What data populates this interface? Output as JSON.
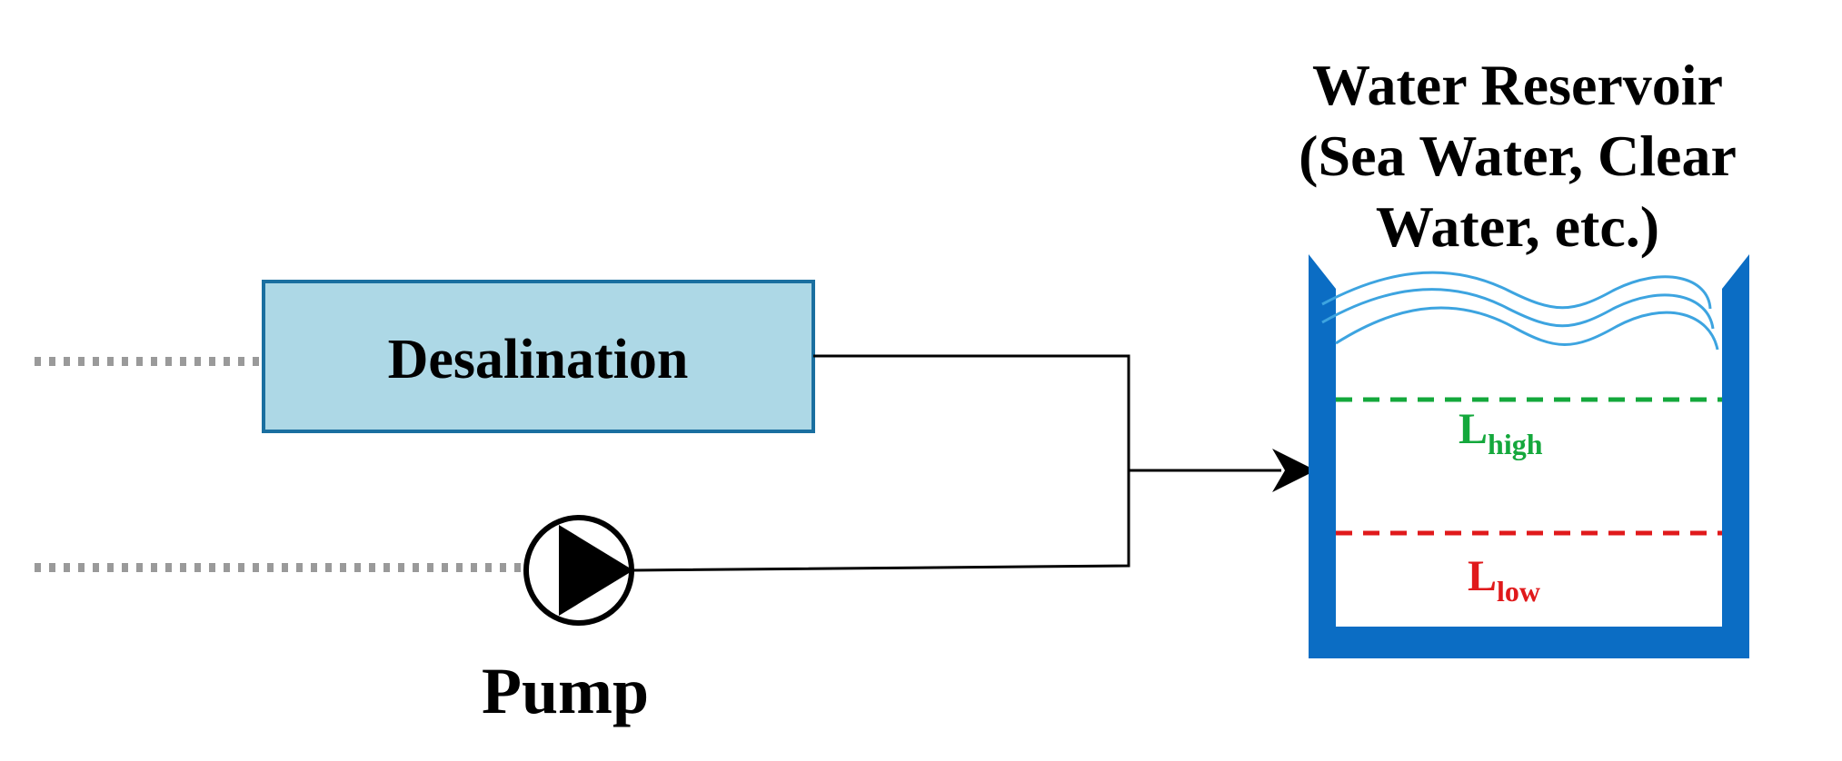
{
  "colors": {
    "desal_fill": "#add8e6",
    "desal_border": "#1a6fa0",
    "tank": "#0b6dc4",
    "wave": "#3da4e0",
    "high_level": "#14a83c",
    "low_level": "#e0191b",
    "pipe": "#000000",
    "dotted_inlet": "#9a9a9a"
  },
  "desalination": {
    "label": "Desalination"
  },
  "pump": {
    "label": "Pump",
    "icon": "pump-icon"
  },
  "reservoir": {
    "title_line1": "Water Reservoir",
    "title_line2": "(Sea Water, Clear",
    "title_line3": "Water, etc.)"
  },
  "levels": {
    "high": {
      "base": "L",
      "sub": "high"
    },
    "low": {
      "base": "L",
      "sub": "low"
    }
  }
}
